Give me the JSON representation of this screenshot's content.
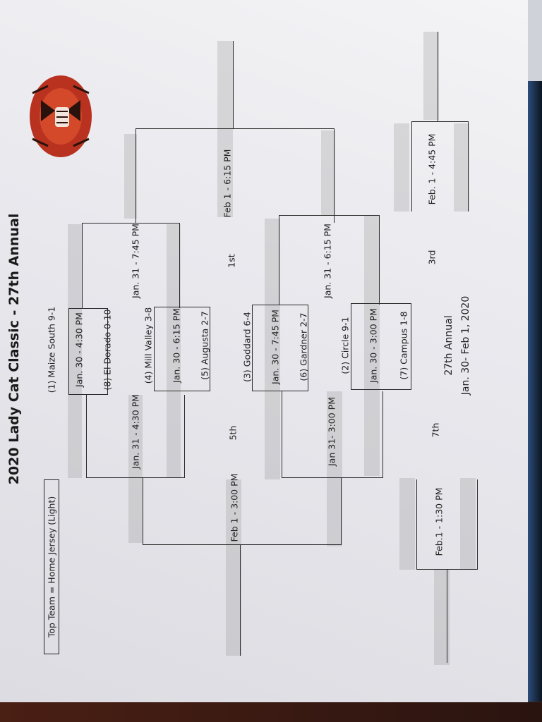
{
  "title": "2020 Lady Cat  Classic - 27th Annual",
  "legend": "Top Team = Home Jersey (Light)",
  "teams": {
    "t1": "(1) Maize South 9-1",
    "t8": "(8) El Dorado 0-10",
    "t4": "(4) Mill Valley 3-8",
    "t5": "(5) Augusta 2-7",
    "t3": "(3) Goddard 6-4",
    "t6": "(6) Gardner 2-7",
    "t2": "(2) Circle 9-1",
    "t7": "(7) Campus 1-8"
  },
  "games": {
    "g1": "Jan. 30 - 4:30 PM",
    "g2": "Jan. 30 - 6:15 PM",
    "g3": "Jan. 30 - 7:45 PM",
    "g4": "Jan. 30 - 3:00 PM",
    "g5": "Jan. 31 - 4:30 PM",
    "g6": "Jan. 31 - 7:45 PM",
    "g7": "Jan 31- 3:00 PM",
    "g8": "Jan. 31 - 6:15 PM",
    "g9": "Feb 1 - 3:00 PM",
    "g10": "Feb 1 - 6:15 PM",
    "g11": "Feb.1 - 1:30 PM",
    "g12": "Feb. 1 - 4:45 PM"
  },
  "places": {
    "first": "1st",
    "fifth": "5th",
    "third": "3rd",
    "seventh": "7th"
  },
  "footer": {
    "annual": "27th Annual",
    "dates": "Jan. 30- Feb 1, 2020"
  }
}
